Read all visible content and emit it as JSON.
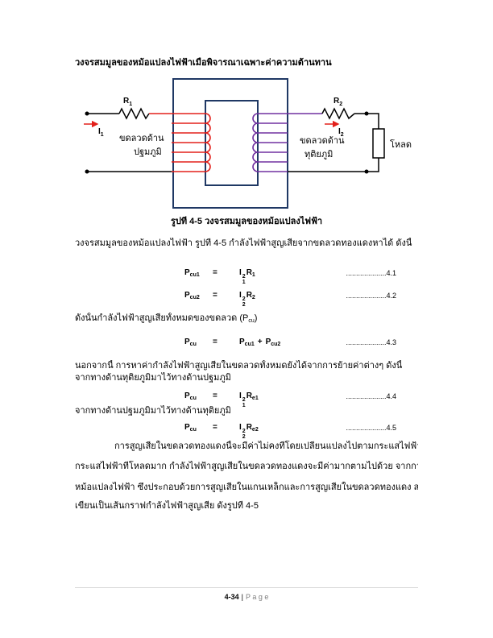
{
  "heading": "วงจรสมมูลของหม้อแปลงไฟฟ้าเมื่อพิจารณาเฉพาะค่าความต้านทาน",
  "figure": {
    "r1": {
      "base": "R",
      "sub": "1"
    },
    "r2": {
      "base": "R",
      "sub": "2"
    },
    "i1": {
      "base": "I",
      "sub": "1"
    },
    "i2": {
      "base": "I",
      "sub": "2"
    },
    "primary_label": {
      "line1": "ขดลวดด้าน",
      "line2": "ปฐมภูมิ"
    },
    "secondary_label": {
      "line1": "ขดลวดด้าน",
      "line2": "ทุติยภูมิ"
    },
    "load_label": "โหลด",
    "caption": "รูปที่ 4-5 วงจรสมมูลของหม้อแปลงไฟฟ้า",
    "colors": {
      "core": "#1f3864",
      "primary": "#e3201b",
      "secondary": "#7030a0",
      "wire": "#000000"
    }
  },
  "intro": "วงจรสมมูลของหม้อแปลงไฟฟ้า รูปที่ 4-5 กำลังไฟฟ้าสูญเสียจากขดลวดทองแดงหาได้  ดังนี้",
  "equations": [
    {
      "lhs": {
        "base": "P",
        "sub": "cu1"
      },
      "op": "=",
      "rhs": [
        {
          "base": "I",
          "sup": "2",
          "sub": "1"
        },
        {
          "base": "R",
          "sub": "1"
        }
      ],
      "leader": "....................",
      "number": "4.1"
    },
    {
      "lhs": {
        "base": "P",
        "sub": "cu2"
      },
      "op": "=",
      "rhs": [
        {
          "base": "I",
          "sup": "2",
          "sub": "2"
        },
        {
          "base": "R",
          "sub": "2"
        }
      ],
      "leader": "....................",
      "number": "4.2"
    },
    {
      "lhs": {
        "base": "P",
        "sub": "cu"
      },
      "op": "=",
      "rhs": [
        {
          "base": "P",
          "sub": "cu1"
        },
        {
          "text": "+"
        },
        {
          "base": "P",
          "sub": "cu2"
        }
      ],
      "leader": "....................",
      "number": "4.3"
    },
    {
      "lhs": {
        "base": "P",
        "sub": "cu"
      },
      "op": "=",
      "rhs": [
        {
          "base": "I",
          "sup": "2",
          "sub": "1"
        },
        {
          "base": "R",
          "sub": "e1"
        }
      ],
      "leader": "....................",
      "number": "4.4"
    },
    {
      "lhs": {
        "base": "P",
        "sub": "cu"
      },
      "op": "=",
      "rhs": [
        {
          "base": "I",
          "sup": "2",
          "sub": "2"
        },
        {
          "base": "R",
          "sub": "e2"
        }
      ],
      "leader": "....................",
      "number": "4.5"
    }
  ],
  "total_loss_text": {
    "before": "ดังนั้นกำลังไฟฟ้าสูญเสียทั้งหมดของขดลวด  (",
    "symbol": {
      "base": "P",
      "sub": "cu"
    },
    "after": ")"
  },
  "referral_intro": "นอกจากนี้ การหาค่ากำลังไฟฟ้าสูญเสียในขดลวดทั้งหมดยังได้จากการย้ายค่าต่างๆ ดังนี้",
  "referral_to_primary": "จากทางด้านทุติยภูมิมาไว้ทางด้านปฐมภูมิ",
  "referral_to_secondary": "จากทางด้านปฐมภูมิมาไว้ทางด้านทุติยภูมิ",
  "paragraph": {
    "lines": [
      "การสูญเสียในขดลวดทองแดงนี้จะมีค่าไม่คงที่โดยเปลี่ยนแปลงไปตามกระแสไฟฟ้าที่โหลดนั้น คือ ถ้า",
      "กระแสไฟฟ้าที่โหลดมาก  กำลังไฟฟ้าสูญเสียในขดลวดทองแดงจะมีค่ามากตามไปด้วย จากการสูญเสียของ",
      "หม้อแปลงไฟฟ้า ซึ่งประกอบด้วยการสูญเสียในแกนเหล็กและการสูญเสียในขดลวดทองแดง สามารถนำมา",
      "เขียนเป็นเส้นกราฟกำลังไฟฟ้าสูญเสีย ดังรูปที่  4-5"
    ]
  },
  "footer": {
    "page_number": "4-34",
    "separator": "|",
    "page_word": "P a g e"
  }
}
